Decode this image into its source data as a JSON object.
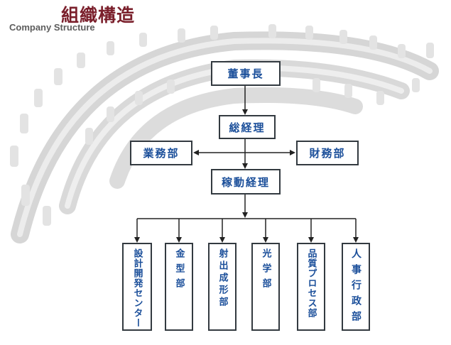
{
  "header": {
    "title_jp": "組織構造",
    "title_en": "Company Structure"
  },
  "org": {
    "chairman": "董事長",
    "gm": "総経理",
    "sales": "業務部",
    "finance": "財務部",
    "operations": "稼動経理",
    "departments": [
      "設計開発センター",
      "金型部",
      "射出成形部",
      "光学部",
      "品質プロセス部",
      "人事行政部"
    ]
  },
  "colors": {
    "box_text": "#1b4f9a",
    "title": "#7a1f2b",
    "border": "#333a40"
  }
}
